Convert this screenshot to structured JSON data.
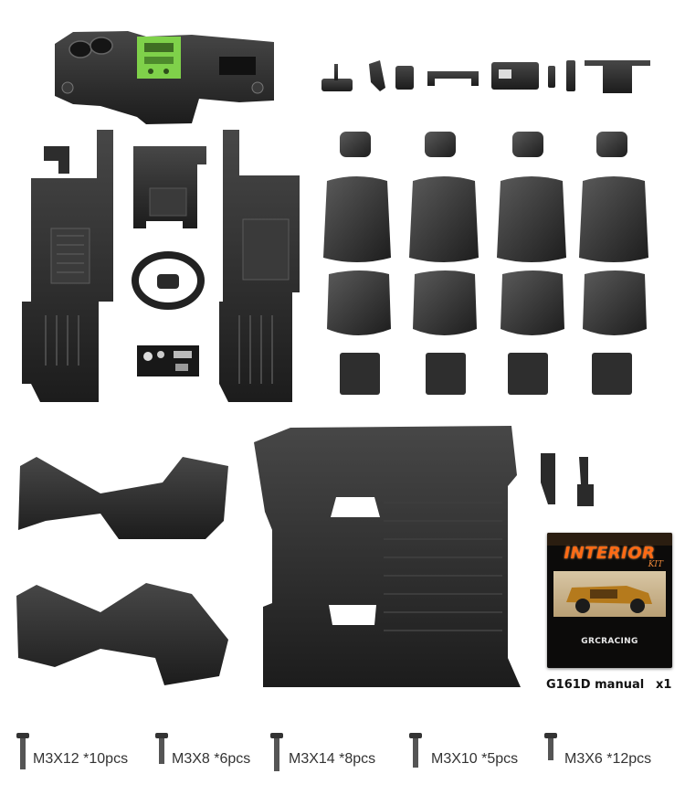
{
  "manual": {
    "cover_title": "INTERIOR",
    "cover_subtitle": "KIT",
    "cover_brand": "GRCRACING",
    "caption": "G161D manual",
    "quantity": "x1"
  },
  "screws": [
    {
      "label": "M3X12 *10pcs"
    },
    {
      "label": "M3X8 *6pcs"
    },
    {
      "label": "M3X14 *8pcs"
    },
    {
      "label": "M3X10 *5pcs"
    },
    {
      "label": "M3X6 *12pcs"
    }
  ],
  "colors": {
    "part_plastic": "#2b2b2b",
    "part_highlight": "#4a4a4a",
    "dash_panel_green": "#7fd14a",
    "manual_title_orange": "#ff6a14"
  }
}
